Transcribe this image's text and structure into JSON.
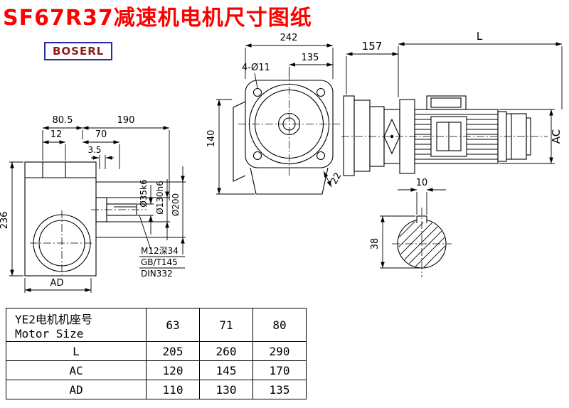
{
  "page": {
    "title": "SF67R37减速机电机尺寸图纸",
    "brand": "BOSERL"
  },
  "colors": {
    "title_red": "#ff0000",
    "brand_text_maroon": "#8b1a1a",
    "brand_border_blue": "#2b2ba0",
    "line_black": "#000000"
  },
  "front_view": {
    "dim_242": "242",
    "dim_135": "135",
    "dim_holes": "4-Ø11",
    "dim_140": "140",
    "dim_22": "22"
  },
  "motor_view": {
    "dim_157": "157",
    "dim_l": "L",
    "dim_ac": "AC"
  },
  "side_view": {
    "dim_80_5": "80.5",
    "dim_190": "190",
    "dim_12": "12",
    "dim_70": "70",
    "dim_3_5": "3.5",
    "dim_236": "236",
    "dim_ad": "AD",
    "dim_shaft": "Ø35k6",
    "dim_hub": "Ø130h6",
    "dim_flange": "Ø200",
    "note_tap": "M12深34",
    "note_std1": "GB/T145",
    "note_std2": "DIN332"
  },
  "shaft_view": {
    "dim_10": "10",
    "dim_38": "38"
  },
  "table": {
    "header_label_cn": "YE2电机机座号",
    "header_label_en": "Motor Size",
    "sizes": [
      "63",
      "71",
      "80"
    ],
    "rows": [
      {
        "label": "L",
        "values": [
          "205",
          "260",
          "290"
        ]
      },
      {
        "label": "AC",
        "values": [
          "120",
          "145",
          "170"
        ]
      },
      {
        "label": "AD",
        "values": [
          "110",
          "130",
          "135"
        ]
      }
    ]
  }
}
